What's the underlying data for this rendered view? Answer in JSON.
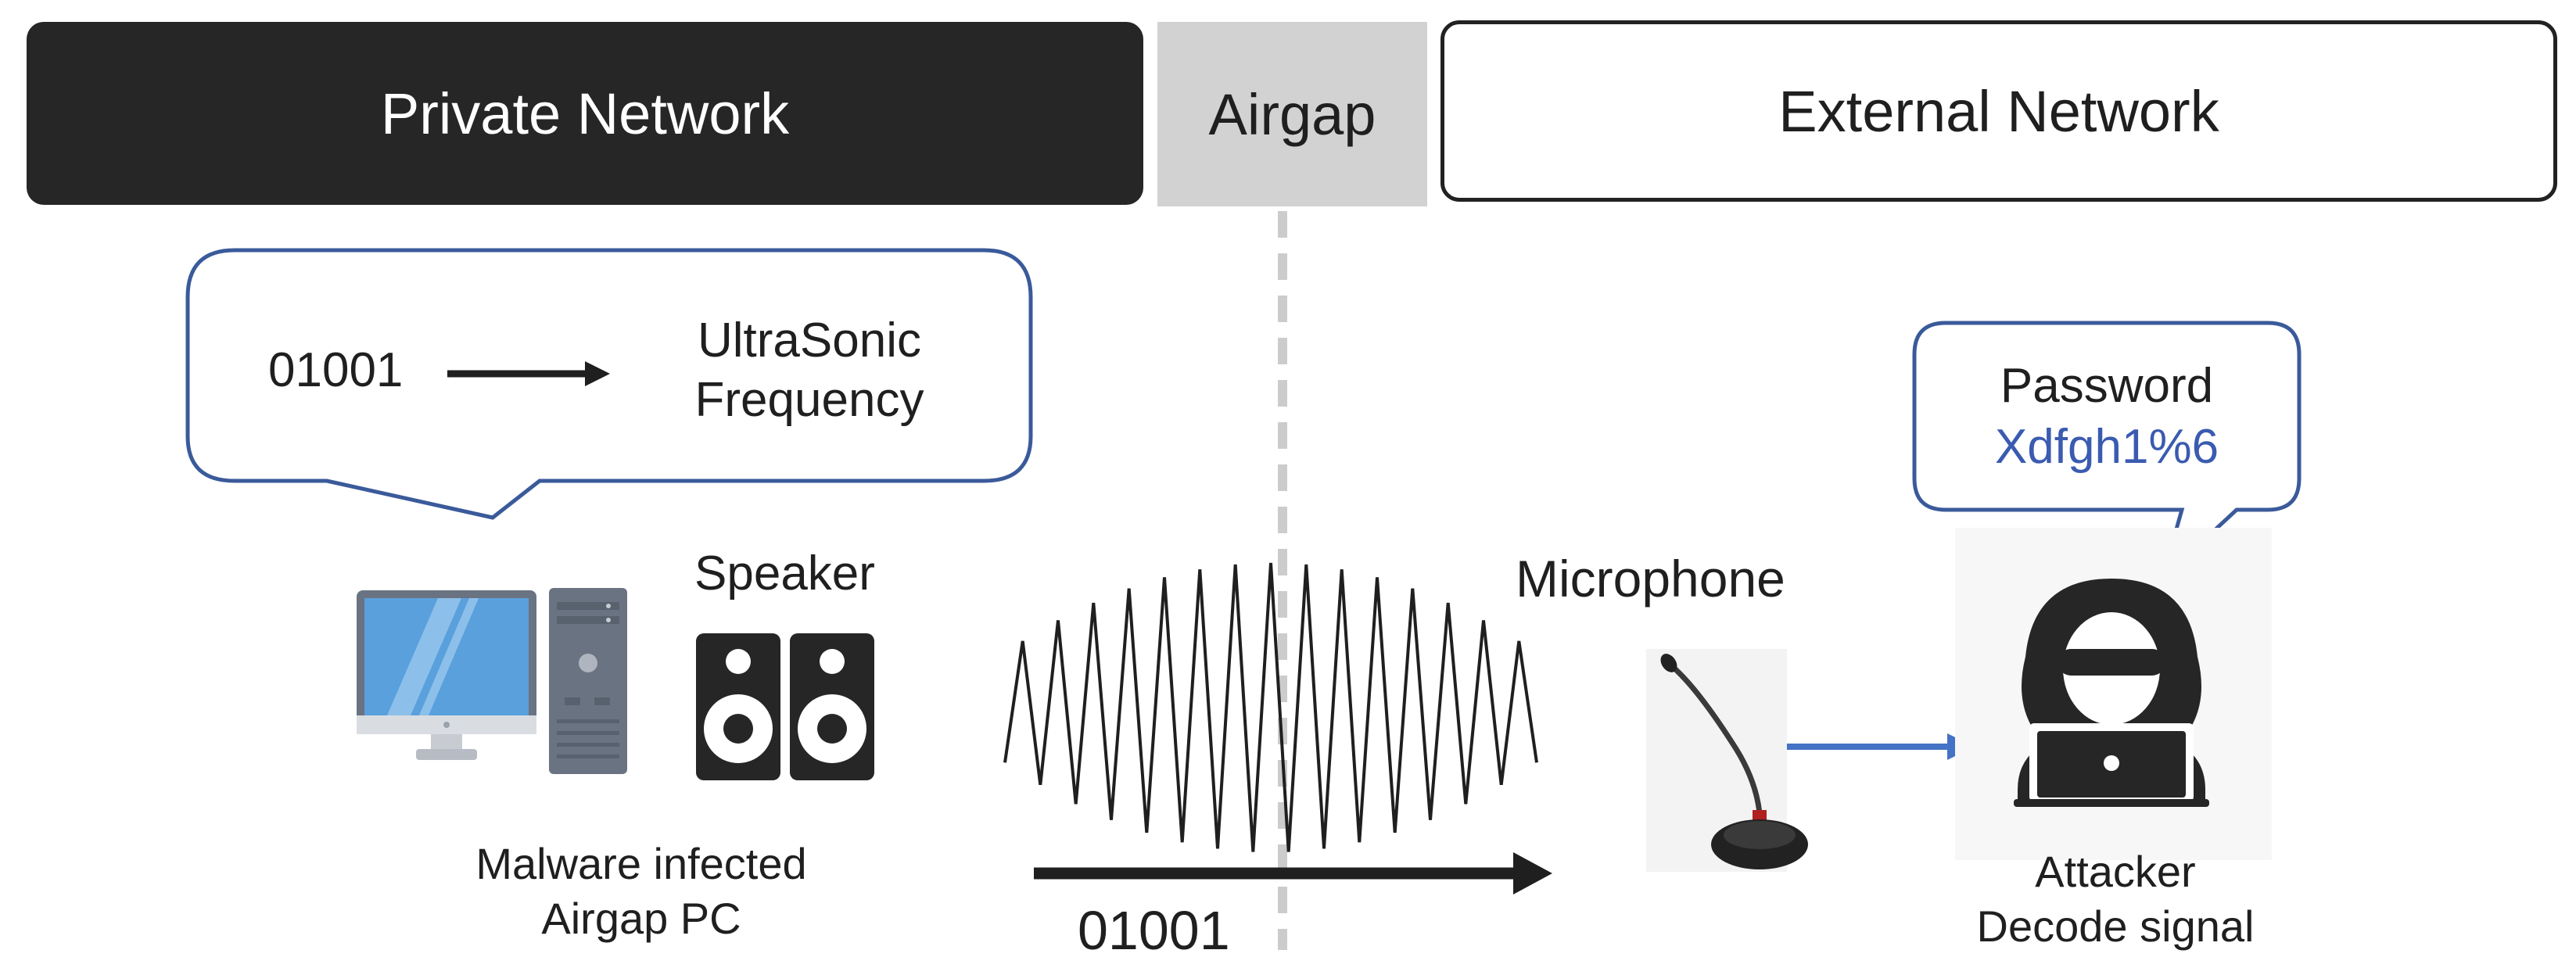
{
  "headers": {
    "private_network": "Private Network",
    "airgap": "Airgap",
    "external_network": "External Network"
  },
  "encode_callout": {
    "bits": "01001",
    "target_line1": "UltraSonic",
    "target_line2": "Frequency"
  },
  "labels": {
    "speaker": "Speaker",
    "microphone": "Microphone",
    "pc_line1": "Malware infected",
    "pc_line2": "Airgap PC",
    "transmitted_bits": "01001",
    "attacker_line1": "Attacker",
    "attacker_line2": "Decode signal"
  },
  "password_callout": {
    "title": "Password",
    "value": "Xdfgh1%6"
  },
  "icons": {
    "computer": "desktop-computer-icon",
    "speaker": "speaker-pair-icon",
    "wave": "ultrasonic-wave-icon",
    "microphone": "gooseneck-microphone-icon",
    "attacker": "hooded-hacker-icon"
  },
  "colors": {
    "dark": "#262626",
    "airgap_gray": "#d3d2d3",
    "callout_border": "#3a5a9a",
    "password_value": "#3a5bb0",
    "signal_arrow": "#4472c4"
  }
}
